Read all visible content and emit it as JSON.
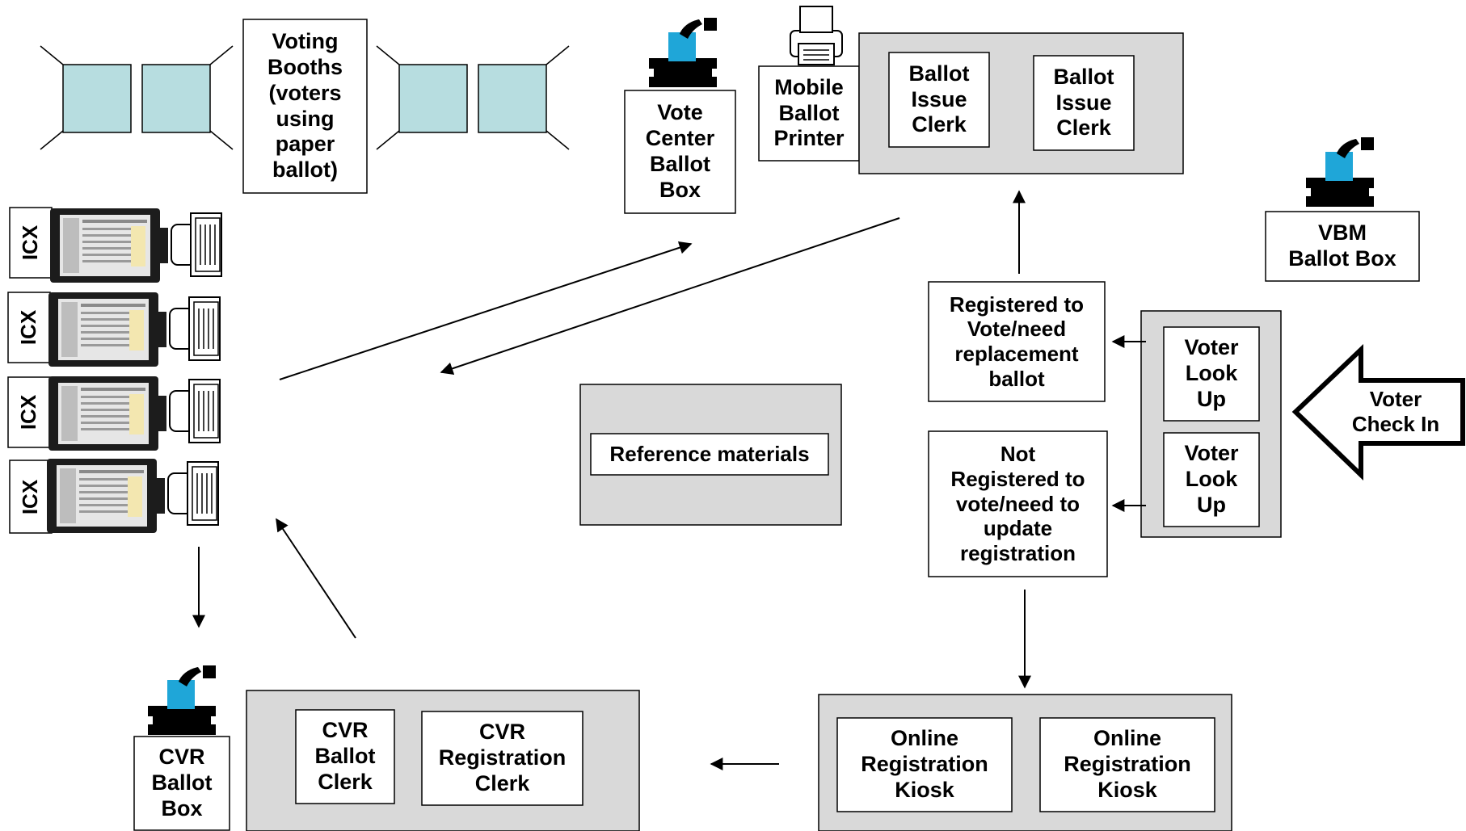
{
  "voting_booths": {
    "label": "Voting\nBooths\n(voters\nusing\npaper\nballot)"
  },
  "vote_center_ballot_box": {
    "label": "Vote\nCenter\nBallot\nBox"
  },
  "mobile_ballot_printer": {
    "label": "Mobile\nBallot\nPrinter"
  },
  "ballot_issue_clerks": [
    {
      "label": "Ballot\nIssue\nClerk"
    },
    {
      "label": "Ballot\nIssue\nClerk"
    }
  ],
  "vbm_ballot_box": {
    "label": "VBM\nBallot Box"
  },
  "icx_stations": [
    {
      "label": "ICX"
    },
    {
      "label": "ICX"
    },
    {
      "label": "ICX"
    },
    {
      "label": "ICX"
    }
  ],
  "registered_path": {
    "label": "Registered to\nVote/need\nreplacement\nballot"
  },
  "not_registered_path": {
    "label": "Not\nRegistered to\nvote/need to\nupdate\nregistration"
  },
  "voter_look_up": [
    {
      "label": "Voter\nLook\nUp"
    },
    {
      "label": "Voter\nLook\nUp"
    }
  ],
  "voter_check_in": {
    "label": "Voter\nCheck In"
  },
  "reference_materials": {
    "label": "Reference materials"
  },
  "cvr_ballot_box": {
    "label": "CVR\nBallot\nBox"
  },
  "cvr_ballot_clerk": {
    "label": "CVR\nBallot\nClerk"
  },
  "cvr_registration_clerk": {
    "label": "CVR\nRegistration\nClerk"
  },
  "online_registration_kiosks": [
    {
      "label": "Online\nRegistration\nKiosk"
    },
    {
      "label": "Online\nRegistration\nKiosk"
    }
  ],
  "colors": {
    "panel_fill": "#d9d9d9",
    "booth_fill": "#b7dde0",
    "ballot_blue": "#1fa6d8",
    "stroke": "#000000"
  }
}
